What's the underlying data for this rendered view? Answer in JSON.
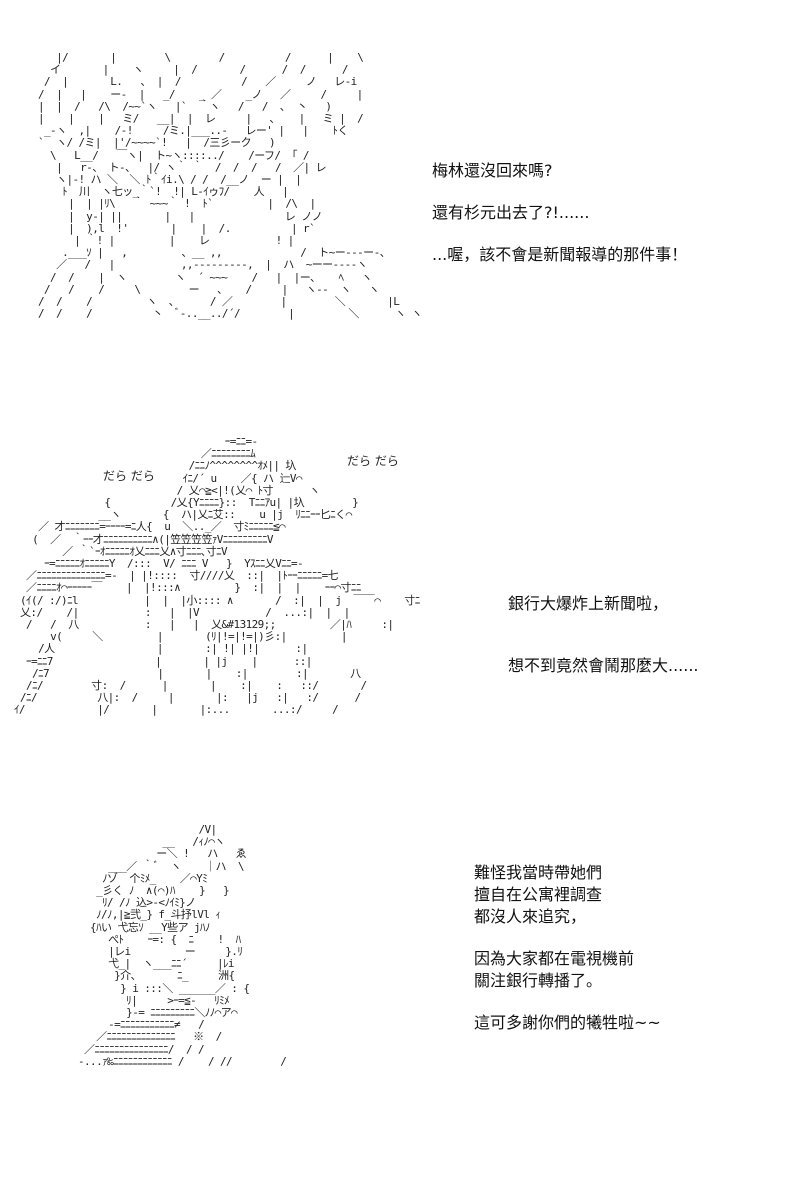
{
  "panels": [
    {
      "art": "   |/       |        \\        /          /      |    \\\n  イ       |    ヽ     |  /       /      /  /      /\n /  |       L.   、 |  /          /   ／     ノ   レ-i\n/  |   |    ー-  |   _/    _ ／    _ノ   ／     /     |\n|  |  /   /\\  /~~`ヽ   |`  ｀ヽ   /   /  ､  丶   )\n|    |    |   ミ/   __|  |  レ     |   ､    |   ミ |  /\n _-ヽ  ,|    /-!     /ミ.|___..-   レー' |   |    ﾄく\n`  ヽ/ /ミ|  |'/~~~~`!   |  /三彡ーク   )\n  \\   L__/   ￣ヽ|  ト~ヽ::::../    /ーフ/ 「 /\n   |   r-、 ト-、  |/ ヽ｀ ｀  /  /  /   /  ／| レ\n   ヽ|-! ハ ＼  ＼ ﾄ｀ｲi.\\ / /  /__ノ  ー |  |\n    ﾄ  川  ヽ七ッ_｀`!  !| L-ｲゥﾌ/    人   |\n     |  | |ﾘ\\   ｀ ~~~｀ !  ﾄ`         |  /\\  |\n     |  y-| ||       |   |               レ ノノ\n     |  ),l  !'       |    |  /.          | r`\n      | ｀! |         |    レ           ! |\n    .___ｿ |   ,         、__ ,,             /  ト~ー---ー-、\n   ／   /   |           ,,---------,  |  ハ  ~ーー----ヽ\n  /  /    |  ヽ        ヽ  ´ ~~~    /   |  |ー、   ﾍ   ヽ\n /   /    /     \\        ー   、   /     |   ヽ--  ヽ   ヽ\n/  /    /         ヽ  ､      / ／        |        ＼       |L\n/  /    /          丶  ﾞ-..__../´/        |         ＼      ヽ ヽ",
      "sfx_left": "",
      "sfx_right": "",
      "lines": [
        "梅林還沒回來嗎?",
        "還有杉元出去了?!......",
        "...喔，該不會是新聞報導的那件事！"
      ]
    },
    {
      "art": "                                   ｰ=ﾆﾆ=-\n                               ／ﾆﾆﾆﾆﾆﾆﾆﾆﾑ\n                             /ﾆﾆﾉ^^^^^^^^ｵﾒ|| 圦\n                            ｲﾆ/´ u    ／{ ハ 辷V⌒\n                           / 乂⌒≧<|!(乂⌒ ﾄ寸      ヽ\n               {          /乂{Yﾆﾆﾆﾆ}::  Tﾆﾆｱu| |圦        }\n              __ヽ       {  ハ|乂ﾆ艾::    u |j  ﾘﾆﾆｰｰ匕ﾆく⌒\n    ／ 才ﾆﾆﾆﾆﾆﾆﾆ=ｰｰｰｰ=ﾆ人{  u  ＼.._／  寸ﾐﾆﾆﾆﾆﾆ≦⌒\n   (  ／  ｀ｰｰ才ﾆﾆﾆﾆﾆﾆﾆﾆﾆﾆ∧(|笠笠笠笠ｧVﾆﾆﾆﾆﾆﾆﾆﾆﾆV\n        ／ ｀`ｰｵﾆﾆﾆﾆﾆｵ乂ﾆﾆﾆ乂∧寸ﾆﾆﾆ､寸ﾆV\n     ｰ=ﾆﾆﾆﾆﾆｵﾆﾆﾆﾆﾆY  /:::  V/ ﾆﾆﾆ V   }  Yｽﾆﾆ乂Vﾆﾆ=-\n  ／ﾆﾆﾆﾆﾆﾆﾆﾆﾆﾆﾆﾆﾆﾆ=-  | |!::::  寸////乂  ::|  |ﾄｰｰﾆﾆﾆﾆﾆ=七\n  ／ﾆﾆﾆﾆｵ⌒ｰｰｰｰｰ￣    |  |!:::∧         }  :|  |  |    ｰｰ⌒寸ﾆﾆ\n (ｲ(/ :/)ﾆl           |  |  |小:::: ∧       /  :|  |  j  ￣￣⌒    寸ﾆ\n 乂:/    /|           :   |  |V           /  ...:|  |  |\n  /   /  八           :   |   |  乂&#13129;;         ／|ﾊ     :|\n      v(     ＼         |       (ﾘ|!=|!=|)彡:|         |\n    /人                 |       :| !| |!|      :|\n  ｰ=ﾆﾆ7                 |       | |j    |      ::|\n   /ﾆ7                  |       |    :|        :|       八\n  /ﾆ/        寸:  /      |       |    :|    :   ::/       /\n /ﾆ/          八|:  /     |       |:   |j   :|   :/      /\nｲ/            |/       |       |:...       ...:/     /",
      "sfx_left": "だら  だら",
      "sfx_right": "だら だら",
      "lines": [
        "銀行大爆炸上新聞啦，",
        "想不到竟然會鬧那麼大......"
      ]
    },
    {
      "art": "                    /V|\n              __   /ｨﾉ⌒ヽ\n             ー＼ !   ハ   ゑ\n     ___／ ｀ﾞ  ヽ    ｜ハ  \\\n    ﾉゾ  个ﾐﾒ_    ／⌒Yﾐ\n   _彡く ﾉ  ∧(⌒)ﾊ    }   }\n    ﾘ/ /ﾉ 込>-<ﾉｲﾐ}ノ\n   ﾉ/ﾉ,|≧弐_} f_斗抒lVl ｨ\n  {ﾊい 弋忘ｿ __Y些ア jﾊﾉ\n     ぺﾄ    ｰ=: {  ﾆ    !  ﾊ\n     |レi         ー     }.ﾘ\n     弋_|  ヽ___ﾆﾆ´     |ﾚi\n      }介、      ﾆ_     洲{\n       } i :::＼ ______／ : {\n        ﾘ|     >ｰ=≦-   ﾘﾐﾒ\n        }-= ﾆﾆﾆﾆﾆﾆﾆﾆﾆ＼ﾉﾉ⌒ア⌒\n     -=ﾆﾆﾆﾆﾆﾆﾆﾆﾆﾆﾆ≠   /\n   ／ﾆﾆﾆﾆﾆﾆﾆﾆﾆﾆﾆﾆﾆﾆ   ※  /\n ／ﾆﾆﾆﾆﾆﾆﾆﾆﾆﾆﾆﾆﾆﾆﾆ/  / /\n-...ｧ‰ﾆﾆﾆﾆﾆﾆﾆﾆﾆﾆﾆﾆ /    / //        /",
      "sfx_left": "",
      "sfx_right": "",
      "lines": [
        "難怪我當時帶她們",
        "擅自在公寓裡調查",
        "都沒人來追究，",
        "",
        "因為大家都在電視機前",
        "關注銀行轉播了。",
        "",
        "這可多謝你們的犧牲啦~~"
      ]
    }
  ]
}
